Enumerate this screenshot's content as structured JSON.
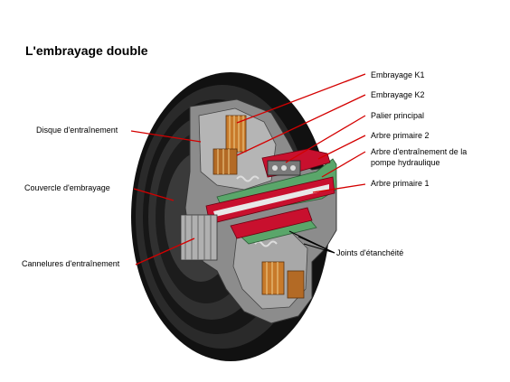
{
  "title": "L'embrayage double",
  "labels": {
    "embrayage_k1": "Embrayage K1",
    "embrayage_k2": "Embrayage K2",
    "palier_principal": "Palier principal",
    "arbre_primaire_2": "Arbre primaire 2",
    "arbre_pompe_line1": "Arbre d'entraînement de la",
    "arbre_pompe_line2": "pompe hydraulique",
    "arbre_primaire_1": "Arbre primaire 1",
    "joints": "Joints d'étanchéité",
    "disque": "Disque d'entraînement",
    "couvercle": "Couvercle d'embrayage",
    "cannelures": "Cannelures d'entraînement"
  },
  "colors": {
    "leader": "#d40000",
    "red_part": "#c8102e",
    "green_part": "#5aa66a",
    "metal": "#9a9a9a",
    "dark": "#1a1a1a"
  }
}
